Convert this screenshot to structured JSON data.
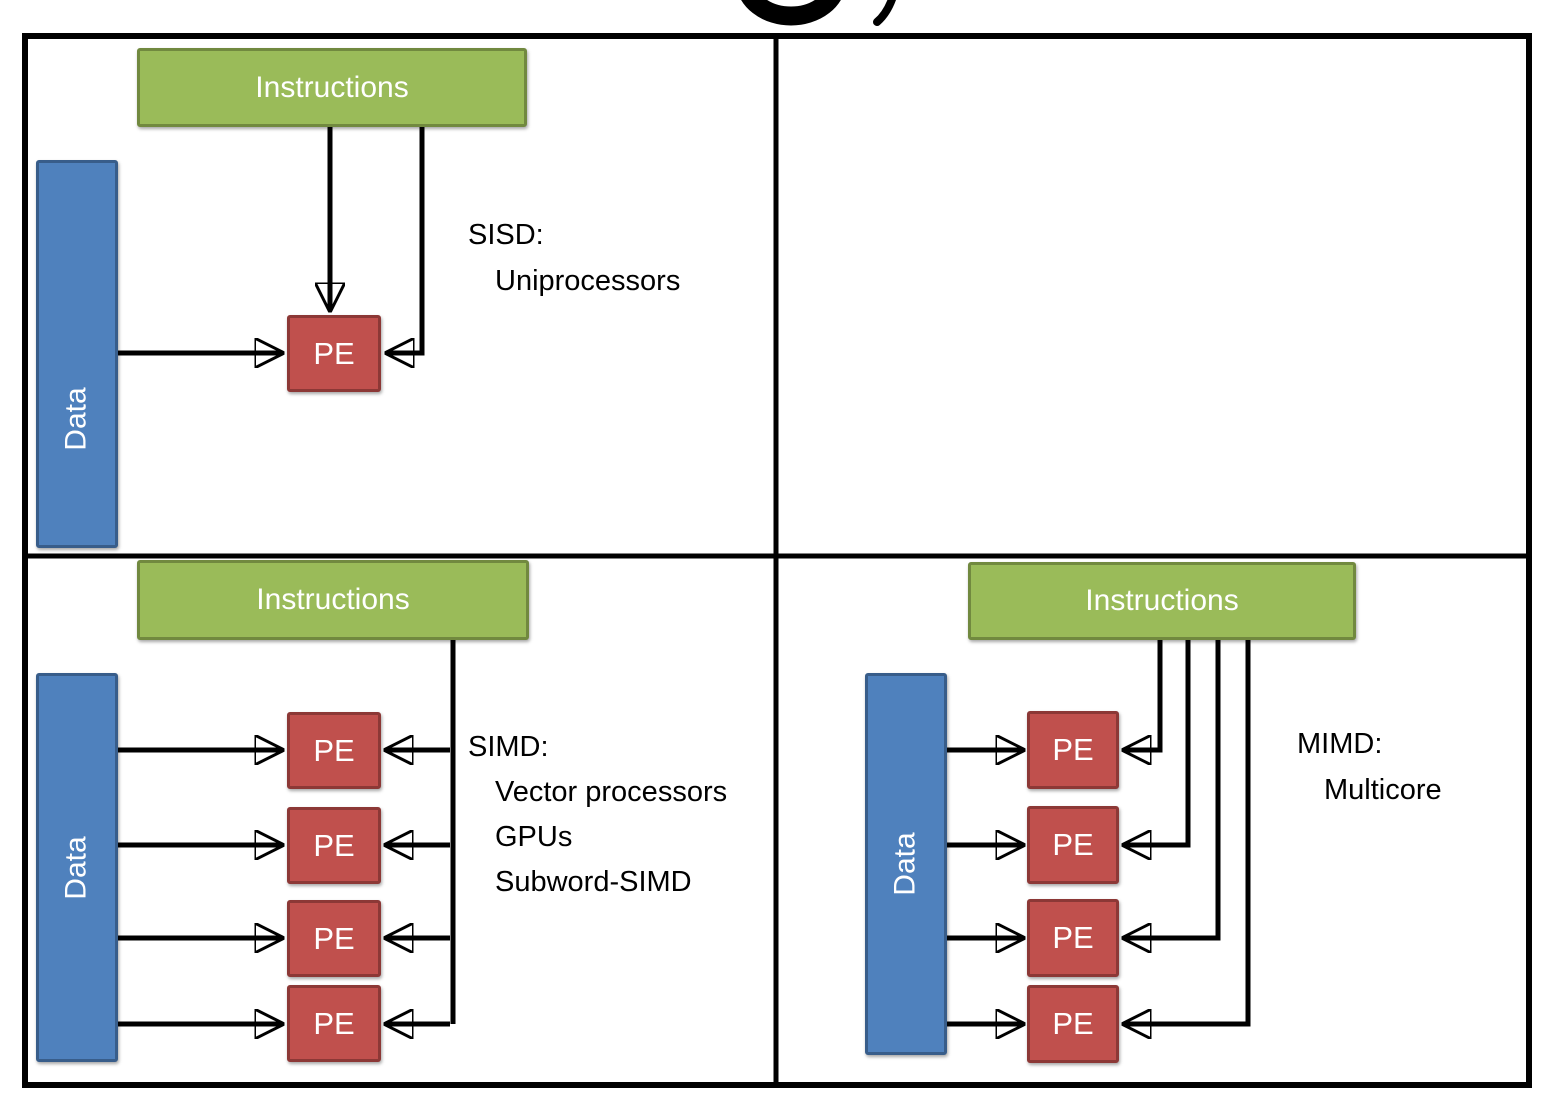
{
  "palette": {
    "green_fill": "#9ABB59",
    "green_border": "#71893F",
    "blue_fill": "#4F81BD",
    "blue_border": "#385D8A",
    "red_fill": "#C0504D",
    "red_border": "#8C3836",
    "line_color": "#000000"
  },
  "quadrants": {
    "sisd": {
      "instructions_label": "Instructions",
      "data_label": "Data",
      "pe_label": "PE",
      "caption": [
        "SISD:",
        "Uniprocessors"
      ]
    },
    "simd": {
      "instructions_label": "Instructions",
      "data_label": "Data",
      "pe_label": "PE",
      "pe_count": 4,
      "caption": [
        "SIMD:",
        "Vector processors",
        "GPUs",
        "Subword-SIMD"
      ]
    },
    "mimd": {
      "instructions_label": "Instructions",
      "data_label": "Data",
      "pe_label": "PE",
      "pe_count": 4,
      "caption": [
        "MIMD:",
        "Multicore"
      ]
    }
  }
}
